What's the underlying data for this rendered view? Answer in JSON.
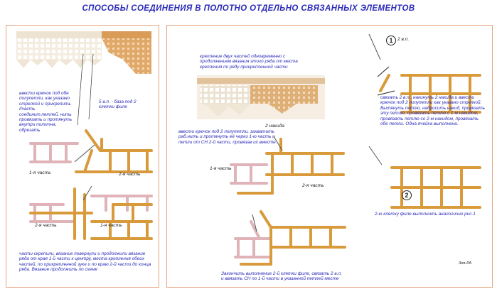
{
  "page": {
    "title": "СПОСОБЫ  СОЕДИНЕНИЯ  В ПОЛОТНО ОТДЕЛЬНО  СВЯЗАННЫХ  ЭЛЕМЕНТОВ"
  },
  "left_panel": {
    "caption_main": "ввести крючок под обе полупетли, как указано стрелкой и прикрепить IIчасть соединит.петлей, нить провязать и протянуть внутри полотна, обрезать",
    "caption_base": "5 в.п. - база под 2 клетки филе",
    "label_part1": "1-я часть",
    "label_part2_top": "2-я часть",
    "label_part2_bottom": "2-я часть",
    "label_part1_bottom": "1-я часть",
    "caption_bottom": "части скрепили, вязание повернули и продолжили вязание ряда от края 1-й части к центру, места крепления обеих частей, по прикрепленной  зуке и по краю 2-й части  до конца ряда.  Вязание продолжить по схеме"
  },
  "right_panel": {
    "caption_top": "крепление двух частей одновременно с продолжением вязания этого ряда от места крепления по ряду  прикрепленной части",
    "caption_mid": "ввести крючок под 2 полупетли, захватить раб.нить и протянуть её через 1-ю часть и петли от СН 2-й части, провязав их вместе.",
    "label_nakida": "2 накида",
    "label_part1": "1-я часть",
    "label_part2": "2-я часть",
    "caption_bottom": "Закончить  выполнение 2-й клетки филе, связать 2 в.п. и ввязать СН по 1-й части в указанной петлей месте",
    "label_vp": "2 в.п.",
    "circle1": "1",
    "circle2": "2",
    "caption_right": "связать 2 в.п., накинуть  2 накида и ввести крючок  под 2 полупетли как указано стрелкой. Вытянуть петлю, набросить накид, провязать эту петлю, провязать петлю с 1-м накидом, провязать петлю со 2-м накидом, провязать обе петли.  Одна ячейка выполнена.",
    "caption_right_bottom": "2-ю клетку филе выполнить аналогично рис.1",
    "signature": "Зоя-РА"
  },
  "colors": {
    "title": "#2a2ab8",
    "border": "#e9a37f",
    "yarn_orange": "#d89a3a",
    "yarn_pink": "#dfb3b8"
  }
}
